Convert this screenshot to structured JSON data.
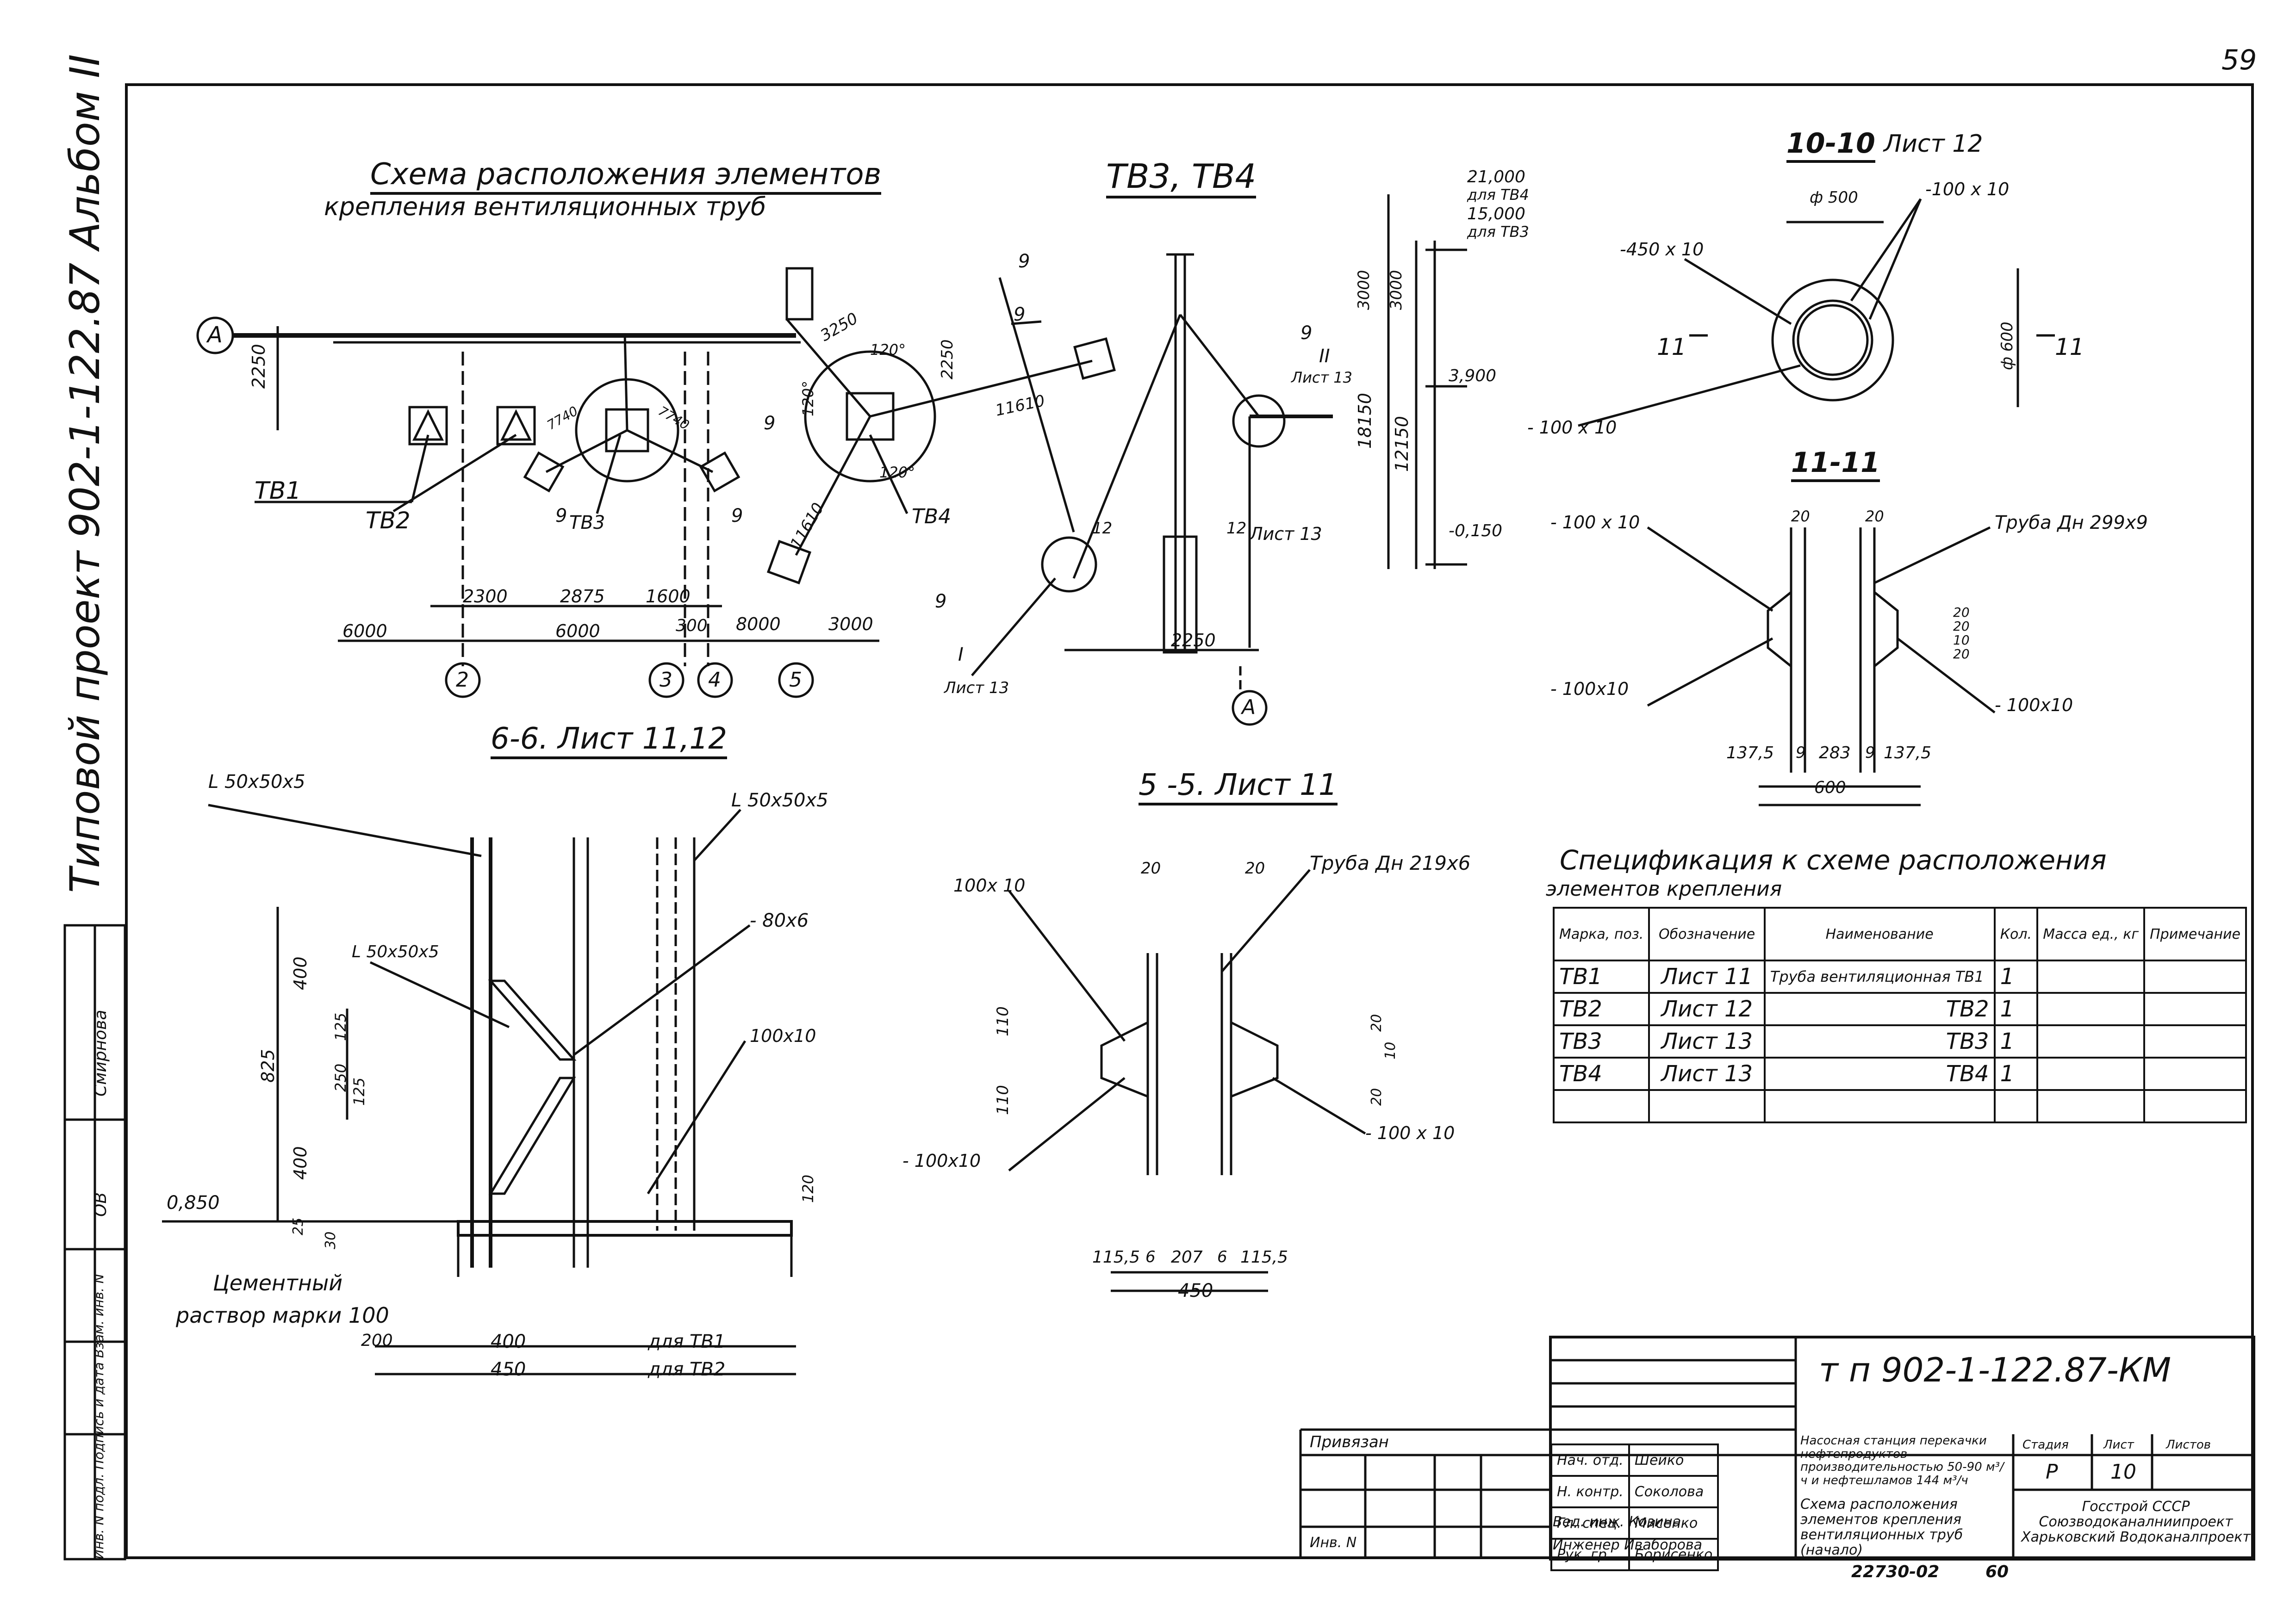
{
  "sheet_number": "59",
  "album_spine": "Типовой проект 902-1-122.87 Альбом II",
  "inv_label": "Инв. N подл. Подпись и дата Взам. инв. N",
  "side_stamp_name": "Смирнова",
  "side_stamp_mark": "ОВ",
  "scheme": {
    "title_line1": "Схема расположения элементов",
    "title_line2": "крепления вентиляционных труб",
    "axis_A": "A",
    "axes": [
      "2",
      "3",
      "4",
      "5"
    ],
    "labels": {
      "tb1": "ТВ1",
      "tb2": "ТВ2",
      "tb3": "ТВ3",
      "tb4": "ТВ4",
      "nine": "9"
    },
    "dims": [
      "2250",
      "2300",
      "2875",
      "1600",
      "6000",
      "6000",
      "300",
      "8000",
      "3000",
      "3250",
      "2250",
      "11610",
      "11610",
      "7740",
      "7740",
      "120°",
      "120°",
      "120°"
    ]
  },
  "tb34": {
    "title": "ТВ3, ТВ4",
    "levels": [
      "21,000",
      "для ТВ4",
      "15,000",
      "для ТВ3",
      "3,900",
      "-0,150"
    ],
    "dims": [
      "3000",
      "3000",
      "18150",
      "12150",
      "2250"
    ],
    "nine": "9",
    "node2": "II",
    "node1": "I",
    "sheet13": "Лист 13",
    "mark12": "12",
    "axis": "A"
  },
  "sec10": {
    "title": "10-10",
    "sheet": "Лист 12",
    "d500": "ф 500",
    "d600": "ф 600",
    "p100x10a": "-100 x 10",
    "p450x10": "-450 x 10",
    "p100x10b": "- 100 x 10",
    "cut": "11"
  },
  "sec11": {
    "title": "11-11",
    "p100a": "- 100 x 10",
    "p100b": "- 100x10",
    "p100c": "- 100x10",
    "pipe": "Труба Дн 299x9",
    "dims": [
      "20",
      "20",
      "20",
      "20",
      "10",
      "20"
    ],
    "bottom": [
      "137,5",
      "9",
      "283",
      "9",
      "137,5"
    ],
    "total": "600"
  },
  "sec66": {
    "title": "6-6. Лист 11,12",
    "l1": "L 50x50x5",
    "l2": "L 50x50x5",
    "l3": "L 50x50x5",
    "p80": "- 80x6",
    "p100": "100x10",
    "dims": [
      "400",
      "825",
      "125",
      "250",
      "125",
      "400",
      "25",
      "30",
      "120"
    ],
    "level": "0,850",
    "cement1": "Цементный",
    "cement2": "раствор марки 100",
    "bottom1": [
      "200",
      "400",
      "для ТВ1"
    ],
    "bottom2": [
      "450",
      "для ТВ2"
    ]
  },
  "sec55": {
    "title": "5 -5. Лист 11",
    "pipe": "Труба Дн 219x6",
    "p100a": "100x 10",
    "p100b": "- 100x10",
    "p100c": "- 100 x 10",
    "dims": [
      "20",
      "20",
      "110",
      "110",
      "20",
      "10",
      "20"
    ],
    "bottom": [
      "115,5",
      "6",
      "207",
      "6",
      "115,5"
    ],
    "total": "450"
  },
  "spec": {
    "title1": "Спецификация к схеме расположения",
    "title2": "элементов крепления",
    "headers": [
      "Марка, поз.",
      "Обозначение",
      "Наименование",
      "Кол.",
      "Масса ед., кг",
      "Примечание"
    ],
    "rows": [
      [
        "ТВ1",
        "Лист 11",
        "Труба вентиляционная ТВ1",
        "1",
        "",
        ""
      ],
      [
        "ТВ2",
        "Лист 12",
        "ТВ2",
        "1",
        "",
        ""
      ],
      [
        "ТВ3",
        "Лист 13",
        "ТВ3",
        "1",
        "",
        ""
      ],
      [
        "ТВ4",
        "Лист 13",
        "ТВ4",
        "1",
        "",
        ""
      ],
      [
        "",
        "",
        "",
        "",
        "",
        ""
      ]
    ]
  },
  "stamp": {
    "code": "т п 902-1-122.87-КМ",
    "attached": "Привязан",
    "inv_no": "Инв. N",
    "people": [
      [
        "Нач. отд.",
        "Шейко"
      ],
      [
        "Н. контр.",
        "Соколова"
      ],
      [
        "Гл. спец.",
        "Мисенко"
      ],
      [
        "Рук. гр.",
        "Борисенко"
      ],
      [
        "Вед. инж.",
        "Козина"
      ],
      [
        "Инженер",
        "Иваборова"
      ]
    ],
    "project_name": "Насосная станция перекачки нефтепродуктов производительностью 50-90 м³/ч и нефтешламов 144 м³/ч",
    "sheet_name": "Схема расположения элементов крепления вентиляционных труб (начало)",
    "stage_h": "Стадия",
    "sheet_h": "Лист",
    "sheets_h": "Листов",
    "stage": "Р",
    "sheet": "10",
    "org": "Госстрой СССР Союзводоканалниипроект Харьковский Водоканалпроект",
    "bottom_code": "22730-02",
    "bottom_num": "60"
  }
}
